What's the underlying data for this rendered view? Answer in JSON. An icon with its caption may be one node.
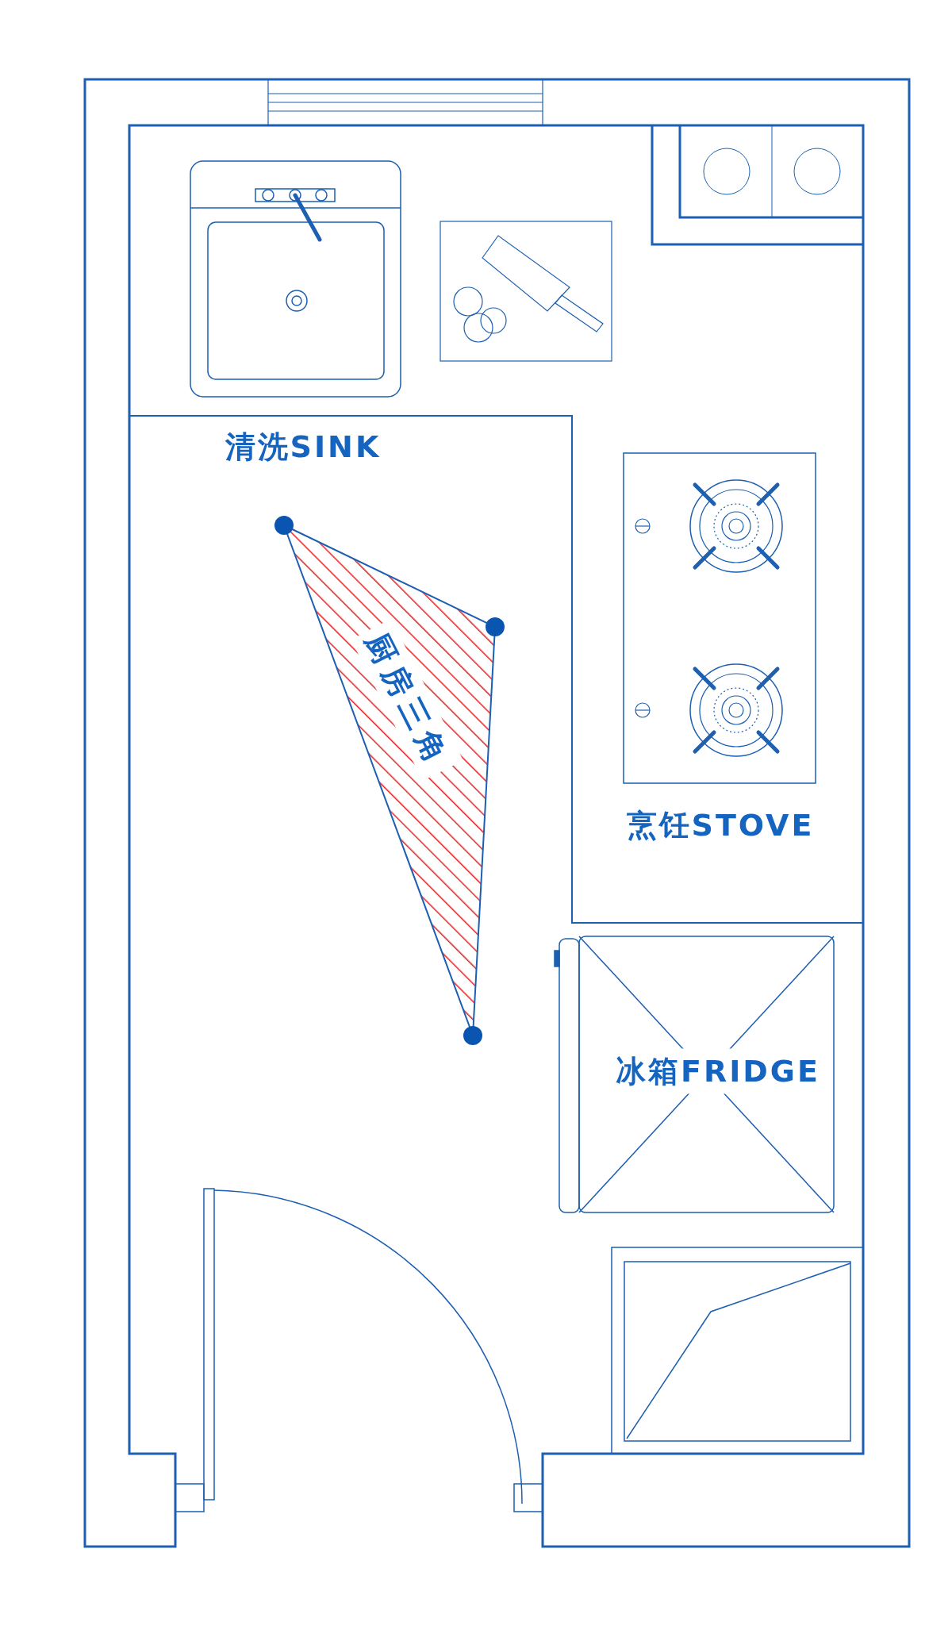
{
  "diagram": {
    "nodes": [
      {
        "text": [
          "厨房三角"
        ]
      }
    ],
    "labels": [
      "清洗SINK",
      "烹饪STOVE",
      "冰箱FRIDGE"
    ]
  }
}
